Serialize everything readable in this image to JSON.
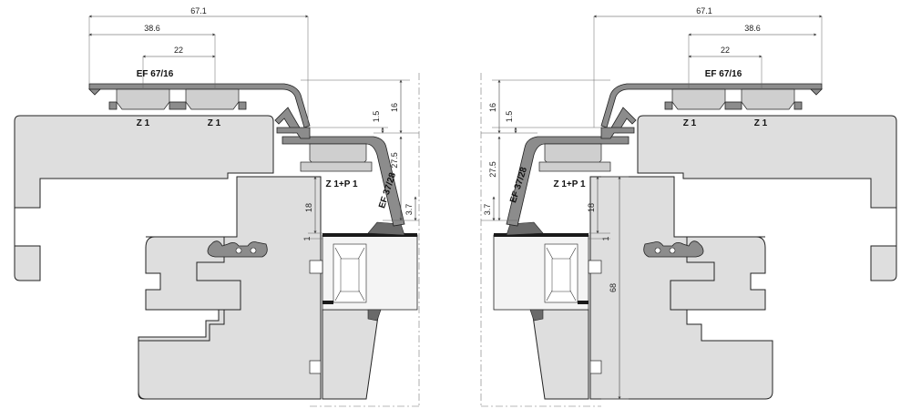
{
  "left_detail": {
    "dims": {
      "d_67_1": "67.1",
      "d_38_6": "38.6",
      "d_22": "22",
      "d_16": "16",
      "d_1_5": "1.5",
      "d_27_5": "27.5",
      "d_3_7": "3.7",
      "d_18": "18",
      "d_1": "1"
    },
    "labels": {
      "profile_top": "EF 67/16",
      "profile_angled": "EF 37/28",
      "clip_a": "Z 1",
      "clip_b": "Z 1",
      "clip_pair": "Z 1+P 1"
    }
  },
  "right_detail": {
    "dims": {
      "d_67_1": "67.1",
      "d_38_6": "38.6",
      "d_22": "22",
      "d_16": "16",
      "d_1_5": "1.5",
      "d_27_5": "27.5",
      "d_3_7": "3.7",
      "d_18": "18",
      "d_1": "1",
      "d_68": "68"
    },
    "labels": {
      "profile_top": "EF 67/16",
      "profile_angled": "EF 37/28",
      "clip_a": "Z 1",
      "clip_b": "Z 1",
      "clip_pair": "Z 1+P 1"
    }
  }
}
